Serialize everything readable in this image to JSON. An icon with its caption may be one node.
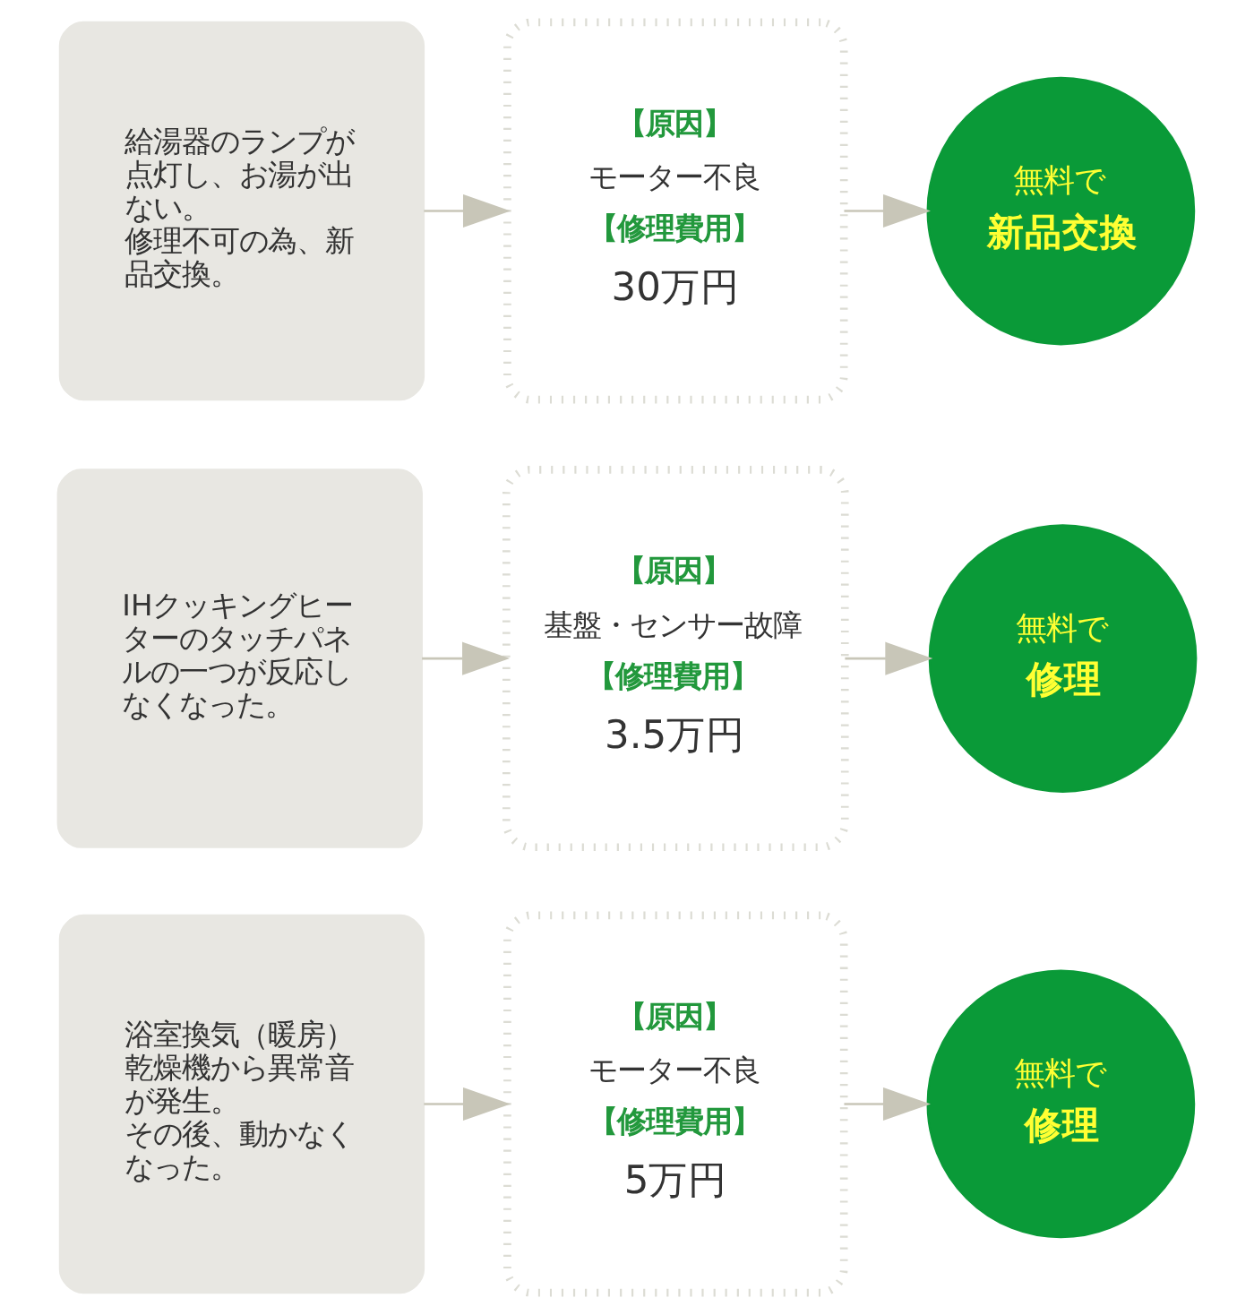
{
  "diagram": {
    "nodes": [
      {
        "text": [
          "給湯器のランプが点灯し、お湯が出ない。",
          "修理不可の為、新品交換。"
        ]
      },
      {
        "text": [
          "【原因】",
          "モーター不良",
          "【修理費用】",
          "30万円"
        ]
      },
      {
        "text": [
          "無料で",
          "新品交換"
        ]
      },
      {
        "text": [
          "IHクッキングヒーターのタッチパネルの一つが反応しなくなった。"
        ]
      },
      {
        "text": [
          "【原因】",
          "基盤・センサー故障",
          "【修理費用】",
          "3.5万円"
        ]
      },
      {
        "text": [
          "無料で",
          "修理"
        ]
      },
      {
        "text": [
          "浴室換気（暖房）乾燥機から異常音が発生。",
          "その後、動かなくなった。"
        ]
      },
      {
        "text": [
          "【原因】",
          "モーター不良",
          "【修理費用】",
          "5万円"
        ]
      },
      {
        "text": [
          "無料で",
          "修理"
        ]
      }
    ],
    "edges": [
      {
        "from": 0,
        "to": 1,
        "arrow": "to"
      },
      {
        "from": 1,
        "to": 2,
        "arrow": "to"
      },
      {
        "from": 3,
        "to": 4,
        "arrow": "to"
      },
      {
        "from": 4,
        "to": 5,
        "arrow": "to"
      },
      {
        "from": 6,
        "to": 7,
        "arrow": "to"
      },
      {
        "from": 7,
        "to": 8,
        "arrow": "to"
      }
    ]
  }
}
